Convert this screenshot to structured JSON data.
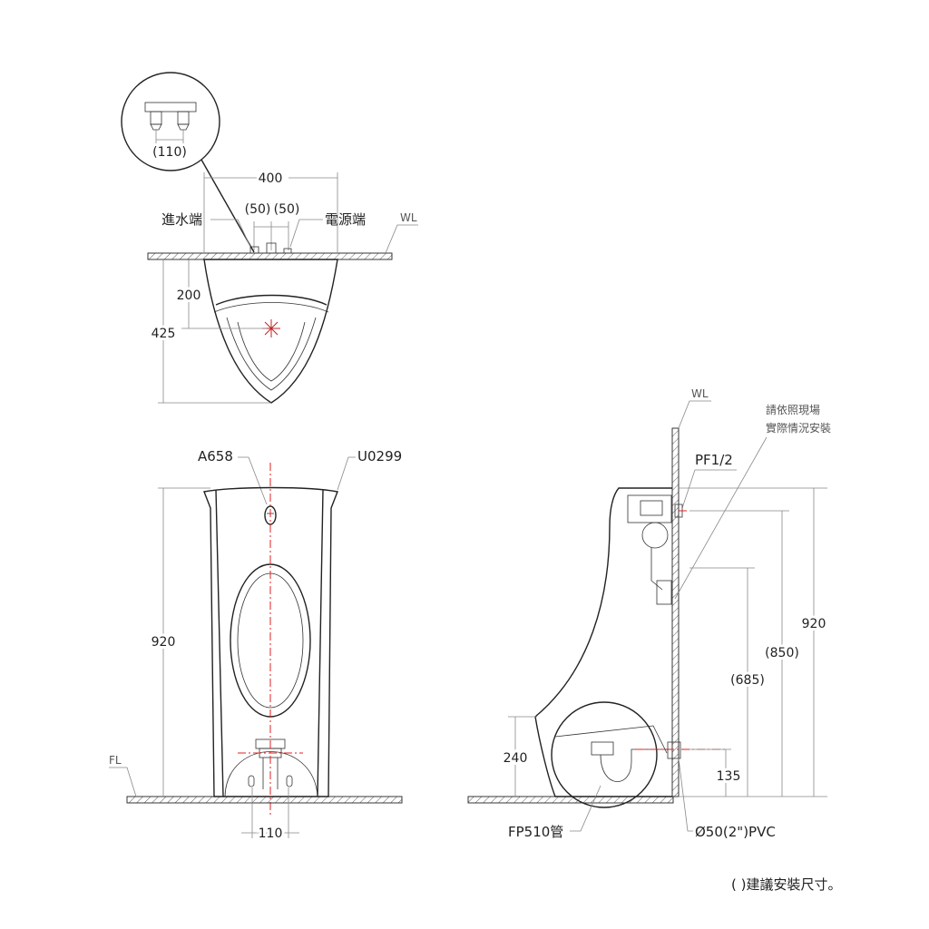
{
  "top_view": {
    "detail_dim": "(110)",
    "width_dim": "400",
    "offset_left": "(50)",
    "offset_right": "(50)",
    "water_inlet_label": "進水端",
    "power_label": "電源端",
    "wall_label": "WL",
    "depth_200": "200",
    "depth_425": "425"
  },
  "front_view": {
    "part_sensor": "A658",
    "part_urinal": "U0299",
    "height_dim": "920",
    "floor_label": "FL",
    "outlet_dim": "110"
  },
  "side_view": {
    "wall_label": "WL",
    "site_note_line1": "請依照現場",
    "site_note_line2": "實際情況安裝",
    "inlet_thread": "PF1/2",
    "height_total": "920",
    "height_850": "(850)",
    "height_685": "(685)",
    "height_240": "240",
    "height_135": "135",
    "drain_pipe": "FP510管",
    "pvc_pipe": "Ø50(2\")PVC"
  },
  "footnote": "( )建議安裝尺寸。"
}
